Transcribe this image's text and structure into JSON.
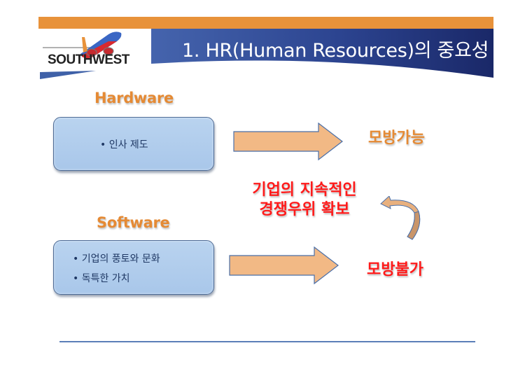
{
  "header": {
    "logo_text": "SOUTHWEST",
    "title": "1. HR(Human Resources)의 중요성",
    "colors": {
      "orange_bar": "#e8923a",
      "title_band_start": "#3d5ea8",
      "title_band_end": "#1b2a6b"
    }
  },
  "hardware": {
    "label": "Hardware",
    "bullets": [
      "• 인사 제도"
    ],
    "result": "모방가능"
  },
  "software": {
    "label": "Software",
    "bullets": [
      "• 기업의 풍토와  문화",
      "• 독특한  가치"
    ],
    "result": "모방불가"
  },
  "center": {
    "line1": "기업의 지속적인",
    "line2": "경쟁우위 확보"
  },
  "icons": {
    "arrow_hw": "right-arrow-icon",
    "arrow_sw": "right-arrow-icon",
    "curved_arrow": "curved-arrow-icon",
    "logo_plane": "airplane-icon"
  },
  "colors": {
    "accent_orange": "#e58a34",
    "accent_red": "#ff1a1a",
    "box_fill": "#b4cfee",
    "bullet_text": "#1f3864",
    "arrow_fill": "#f2b985"
  }
}
